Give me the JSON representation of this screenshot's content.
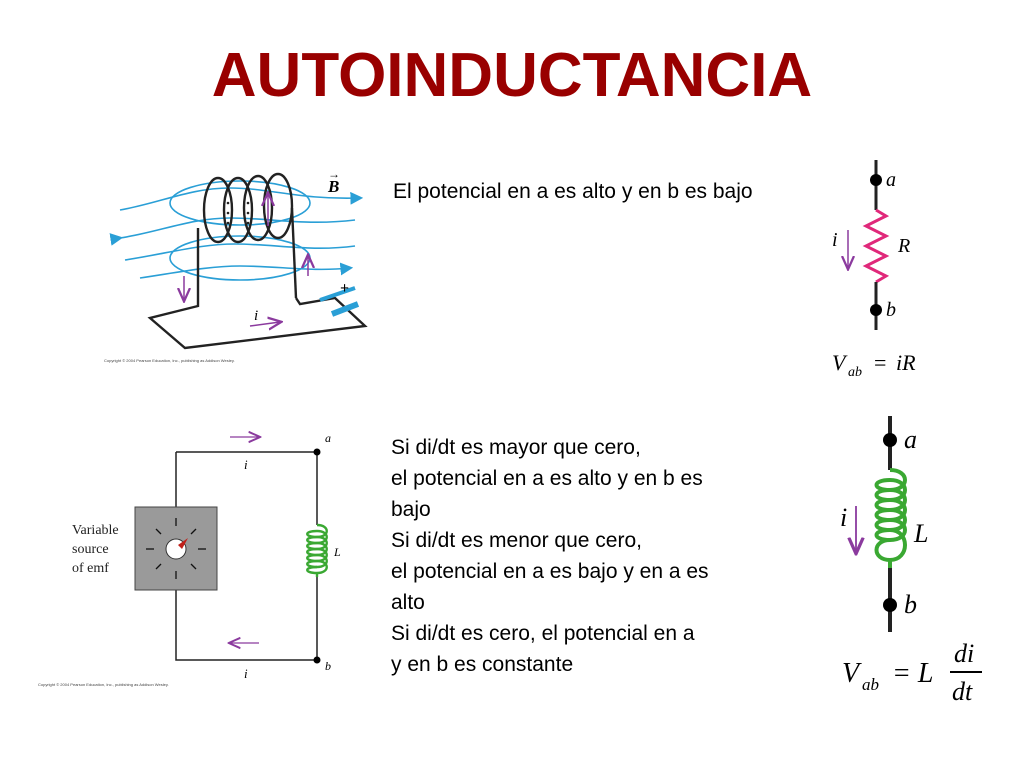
{
  "title": "AUTOINDUCTANCIA",
  "top_text": "El potencial en a es alto y en b es bajo",
  "bottom_text_lines": [
    "Si di/dt es mayor que cero,",
    "el potencial en a es alto y en b es",
    "bajo",
    "Si di/dt es  menor que cero,",
    "el potencial en a es bajo y en a es",
    "alto",
    "Si di/dt es cero, el potencial en a",
    "y en b es constante"
  ],
  "coil_figure": {
    "field_label": "B",
    "current_label": "i",
    "battery_plus": "+",
    "copyright": "Copyright © 2004 Pearson Education, Inc., publishing as Addison Wesley."
  },
  "resistor_figure": {
    "node_a": "a",
    "node_b": "b",
    "current_label": "i",
    "element_label": "R",
    "formula_lhs": "V",
    "formula_sub": "ab",
    "formula_eq": "=",
    "formula_rhs": "iR"
  },
  "circuit_figure": {
    "source_lines": [
      "Variable",
      "source",
      "of emf"
    ],
    "current_top": "i",
    "current_bottom": "i",
    "node_a": "a",
    "node_b": "b",
    "inductor_label": "L",
    "copyright": "Copyright © 2004 Pearson Education, Inc., publishing as Addison Wesley."
  },
  "inductor_figure": {
    "node_a": "a",
    "node_b": "b",
    "current_label": "i",
    "element_label": "L",
    "formula_lhs": "V",
    "formula_sub": "ab",
    "formula_eq": "= L",
    "formula_num": "di",
    "formula_den": "dt"
  },
  "colors": {
    "title": "#990000",
    "field_lines": "#2a9fd6",
    "current_arrow": "#8b3a9e",
    "resistor": "#e0287a",
    "inductor": "#3aa832",
    "battery": "#2a9fd6"
  }
}
